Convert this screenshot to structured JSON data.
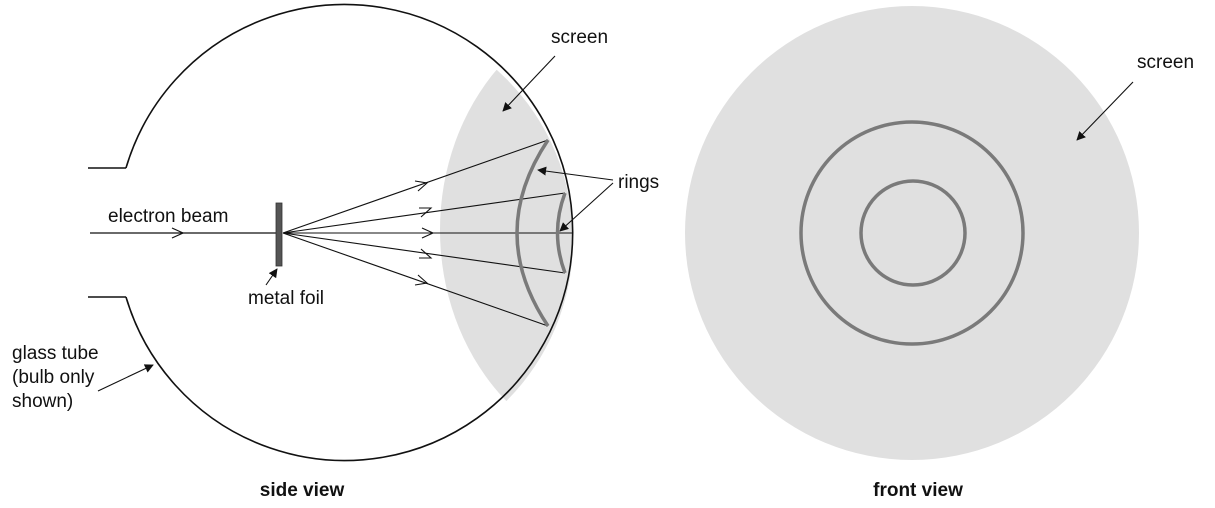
{
  "side_view": {
    "caption": "side view",
    "labels": {
      "screen": "screen",
      "rings": "rings",
      "electron_beam": "electron beam",
      "metal_foil": "metal foil",
      "glass_tube_line1": "glass tube",
      "glass_tube_line2": "(bulb only",
      "glass_tube_line3": "shown)"
    }
  },
  "front_view": {
    "caption": "front view",
    "labels": {
      "screen": "screen"
    }
  },
  "colors": {
    "screen_fill": "#e0e0e0",
    "ring_stroke": "#7a7a7a",
    "foil_fill": "#555555",
    "line": "#111111"
  }
}
